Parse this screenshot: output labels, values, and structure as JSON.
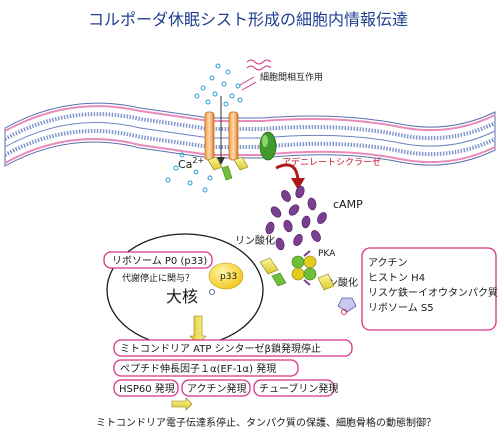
{
  "title": "コルポーダ休眠シスト形成の細胞内情報伝達",
  "labels": {
    "cell_interaction": "細胞間相互作用",
    "calcium": "Ca",
    "calcium_charge": "2+",
    "adenylate_cyclase": "アデニレートシクラーゼ",
    "camp": "cAMP",
    "pka": "PKA",
    "phosphorylation_left": "リン酸化",
    "phosphorylation_right": "リン酸化",
    "ribosome_p0": "リボソーム P0 (p33)",
    "metabolic_arrest": "代謝停止に関与？",
    "p33": "p33",
    "macronucleus": "大核",
    "conclusion": "ミトコンドリア電子伝達系停止、タンパク質の保護、細胞骨格の動態制御？"
  },
  "proteins": [
    "アクチン",
    "ヒストン H4",
    "リスケ鉄ーイオウタンパク質",
    "リボソーム S5"
  ],
  "expression": {
    "atp_synthase": "ミトコンドリア ATP シンターゼβ鎖発現停止",
    "ef1a": "ペプチド伸長因子１α(EF-1α) 発現",
    "hsp60": "HSP60 発現",
    "actin": "アクチン発現",
    "tubulin": "チューブリン発現"
  },
  "colors": {
    "membrane_outer": "#7a8fc4",
    "membrane_pink": "#e88bb8",
    "box_border": "#d63384",
    "arrow_yellow": "#f2e24a",
    "arrow_green": "#6fbf3a",
    "camp_purple": "#7b3f8f",
    "label_red": "#c8102e"
  }
}
